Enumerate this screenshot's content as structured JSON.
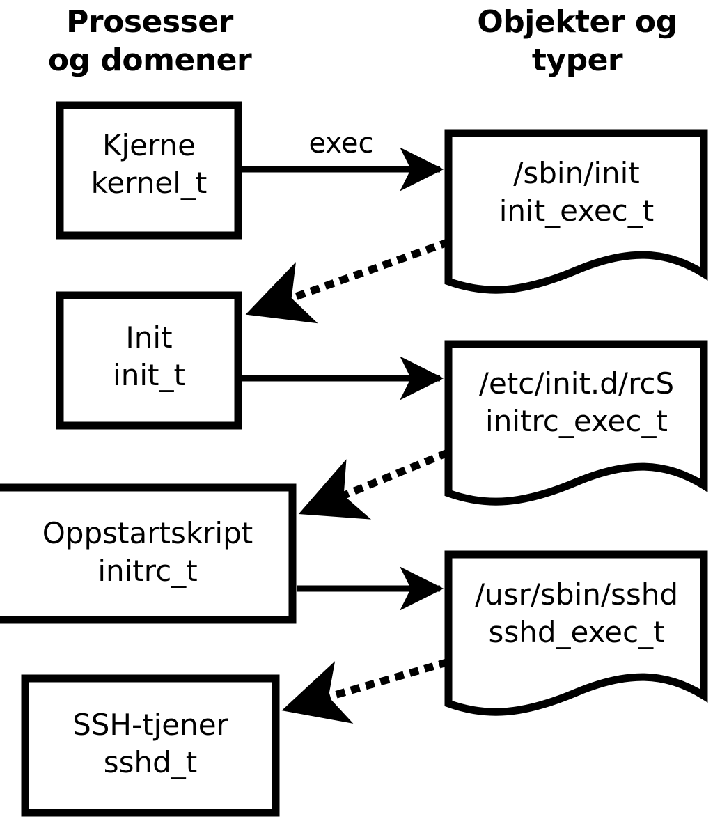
{
  "diagram": {
    "title_left": "Prosesser\nog domener",
    "title_right": "Objekter og\ntyper",
    "columns": [
      {
        "name": "processes-and-domains",
        "header": "Prosesser og domener"
      },
      {
        "name": "objects-and-types",
        "header": "Objekter og typer"
      }
    ],
    "process_nodes": [
      {
        "id": "kernel",
        "line1": "Kjerne",
        "line2": "kernel_t",
        "text": "Kjerne\nkernel_t"
      },
      {
        "id": "init",
        "line1": "Init",
        "line2": "init_t",
        "text": "Init\ninit_t"
      },
      {
        "id": "initrc",
        "line1": "Oppstartskript",
        "line2": "initrc_t",
        "text": "Oppstartskript\ninitrc_t"
      },
      {
        "id": "sshd",
        "line1": "SSH-tjener",
        "line2": "sshd_t",
        "text": "SSH-tjener\nsshd_t"
      }
    ],
    "object_nodes": [
      {
        "id": "init-exec",
        "line1": "/sbin/init",
        "line2": "init_exec_t",
        "text": "/sbin/init\ninit_exec_t"
      },
      {
        "id": "initrc-exec",
        "line1": "/etc/init.d/rcS",
        "line2": "initrc_exec_t",
        "text": "/etc/init.d/rcS\ninitrc_exec_t"
      },
      {
        "id": "sshd-exec",
        "line1": "/usr/sbin/sshd",
        "line2": "sshd_exec_t",
        "text": "/usr/sbin/sshd\nsshd_exec_t"
      }
    ],
    "edges": [
      {
        "id": "kernel-to-init-exec",
        "from": "kernel",
        "to": "init-exec",
        "style": "solid",
        "label": "exec"
      },
      {
        "id": "init-exec-to-init",
        "from": "init-exec",
        "to": "init",
        "style": "dotted",
        "label": ""
      },
      {
        "id": "init-to-initrc-exec",
        "from": "init",
        "to": "initrc-exec",
        "style": "solid",
        "label": ""
      },
      {
        "id": "initrc-exec-to-initrc",
        "from": "initrc-exec",
        "to": "initrc",
        "style": "dotted",
        "label": ""
      },
      {
        "id": "initrc-to-sshd-exec",
        "from": "initrc",
        "to": "sshd-exec",
        "style": "solid",
        "label": ""
      },
      {
        "id": "sshd-exec-to-sshd",
        "from": "sshd-exec",
        "to": "sshd",
        "style": "dotted",
        "label": ""
      }
    ],
    "edge_labels": {
      "exec": "exec"
    },
    "colors": {
      "stroke": "#000000",
      "fill": "#ffffff",
      "text": "#000000"
    }
  }
}
